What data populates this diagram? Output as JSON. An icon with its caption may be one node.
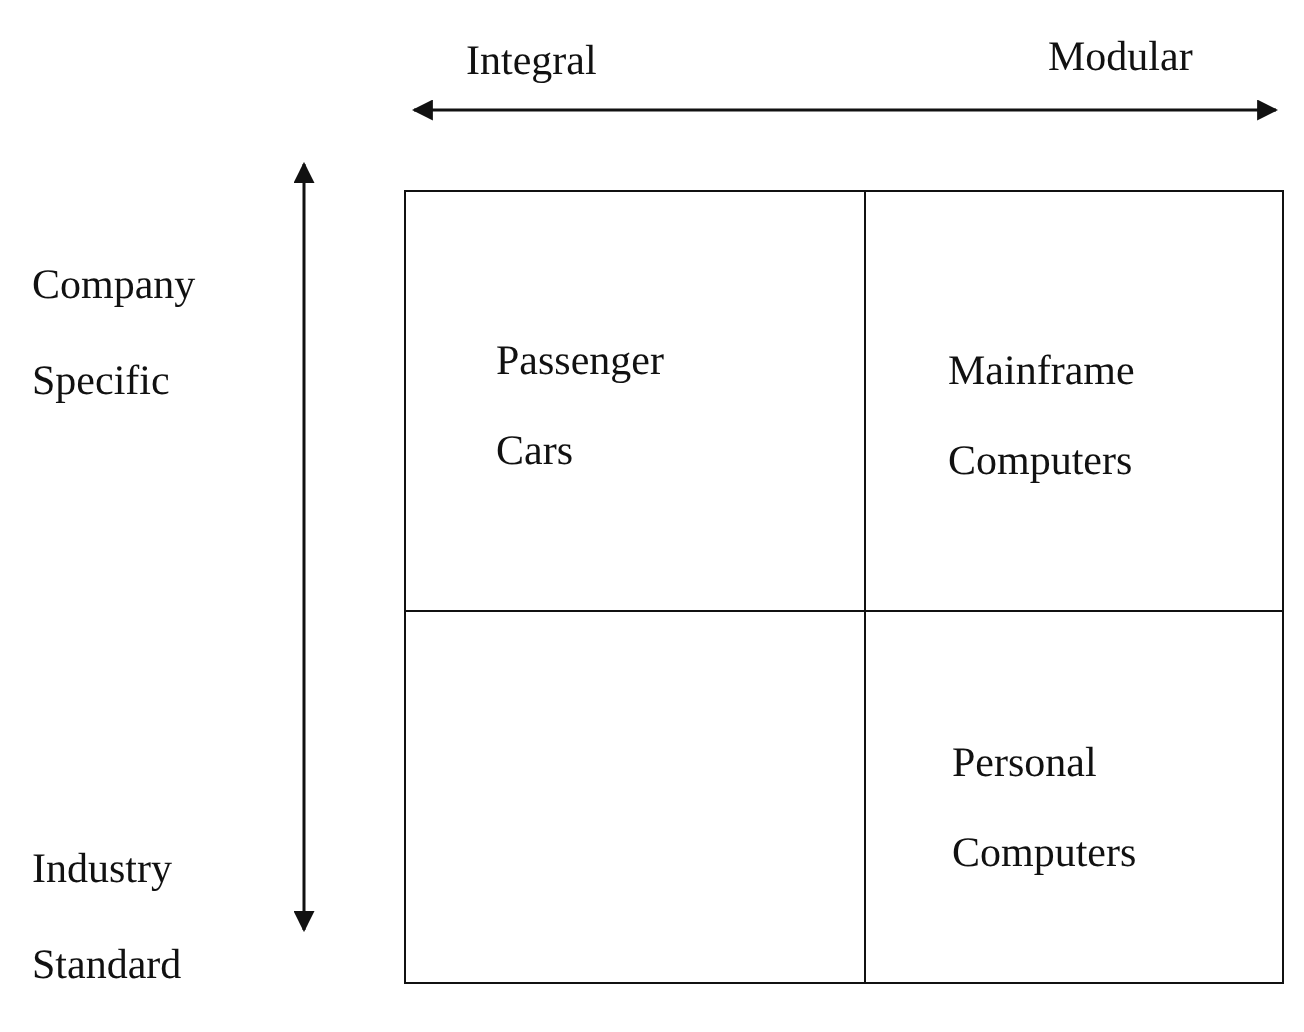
{
  "diagram": {
    "nodes": [
      {
        "text": [
          "Passenger Cars"
        ]
      },
      {
        "text": [
          "Mainframe Computers"
        ]
      },
      {
        "text": [],
        "shape": "box"
      },
      {
        "text": [
          "Personal Computers"
        ]
      }
    ],
    "edges": [],
    "labels": [
      "Integral",
      "Modular",
      "Company Specific",
      "Industry Standard"
    ]
  }
}
